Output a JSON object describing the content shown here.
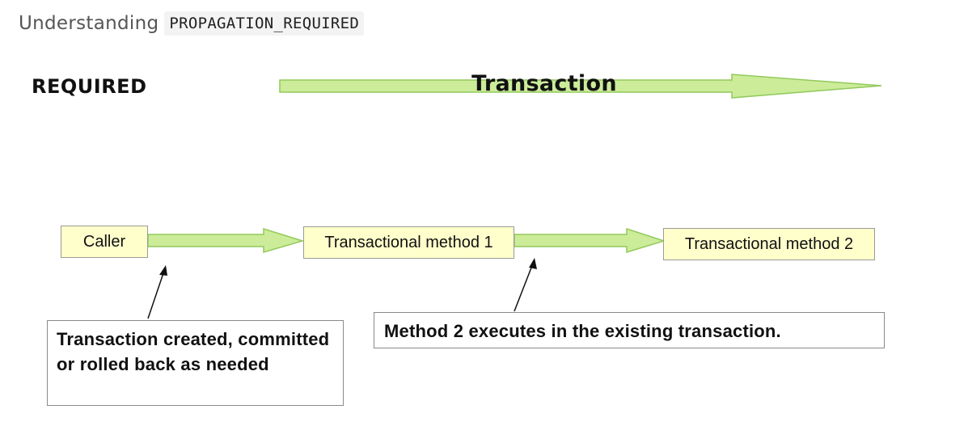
{
  "heading": {
    "prefix": "Understanding",
    "code": "PROPAGATION_REQUIRED"
  },
  "diagram": {
    "mode_label": "REQUIRED",
    "transaction_label": "Transaction",
    "nodes": {
      "caller": "Caller",
      "method1": "Transactional method 1",
      "method2": "Transactional method 2"
    },
    "notes": {
      "caller_note": "Transaction created, committed or rolled back as needed",
      "method2_note": "Method 2 executes in the existing transaction."
    },
    "colors": {
      "arrow_fill": "#ccec9a",
      "arrow_stroke": "#92c95a",
      "node_fill": "#ffffcc"
    }
  }
}
